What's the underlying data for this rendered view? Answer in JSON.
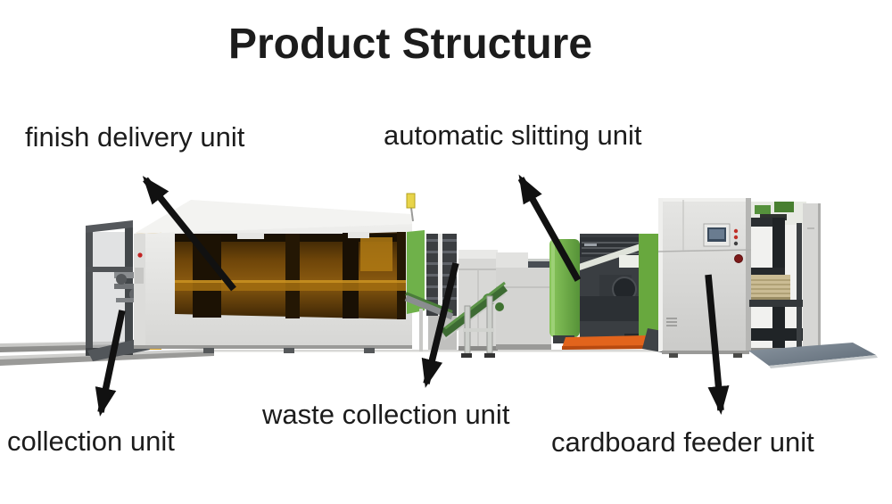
{
  "diagram": {
    "title": "Product Structure",
    "annotations": [
      {
        "id": "finish-delivery-unit",
        "label": "finish delivery unit"
      },
      {
        "id": "automatic-slitting-unit",
        "label": "automatic slitting unit"
      },
      {
        "id": "collection-unit",
        "label": "collection unit"
      },
      {
        "id": "waste-collection-unit",
        "label": "waste collection unit"
      },
      {
        "id": "cardboard-feeder-unit",
        "label": "cardboard feeder unit"
      }
    ],
    "colors": {
      "background": "#ffffff",
      "text": "#1c1c1c",
      "arrow": "#111111",
      "machine_green": "#6fb14a",
      "window_amber": "#7a4c0a",
      "base_orange": "#e2641c",
      "cardboard_tan": "#cbbc94",
      "machine_gray": "#dadad8"
    }
  }
}
